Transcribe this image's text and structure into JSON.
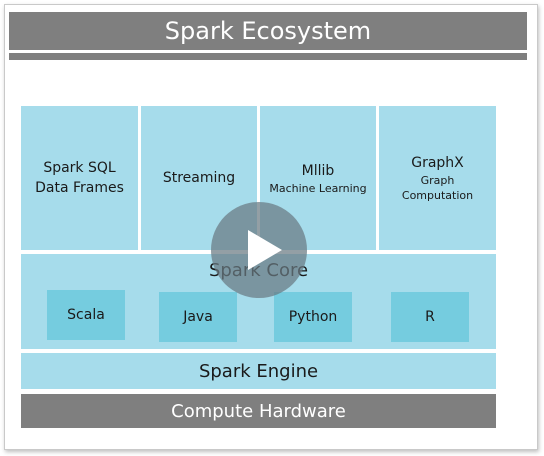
{
  "title": "Spark Ecosystem",
  "modules": [
    {
      "name": "Spark SQL",
      "sub": "Data Frames"
    },
    {
      "name": "Streaming",
      "sub": ""
    },
    {
      "name": "Mllib",
      "sub": "Machine Learning"
    },
    {
      "name": "GraphX",
      "sub": "Graph Computation"
    }
  ],
  "core": {
    "label": "Spark Core",
    "languages": [
      "Scala",
      "Java",
      "Python",
      "R"
    ]
  },
  "engine": "Spark Engine",
  "hardware": "Compute Hardware",
  "play_button": {
    "icon": "play-icon"
  },
  "colors": {
    "title_bg": "#7f7f7f",
    "box_bg": "#a6dceb",
    "lang_bg": "#75ccdf",
    "hardware_bg": "#7f7f7f"
  }
}
